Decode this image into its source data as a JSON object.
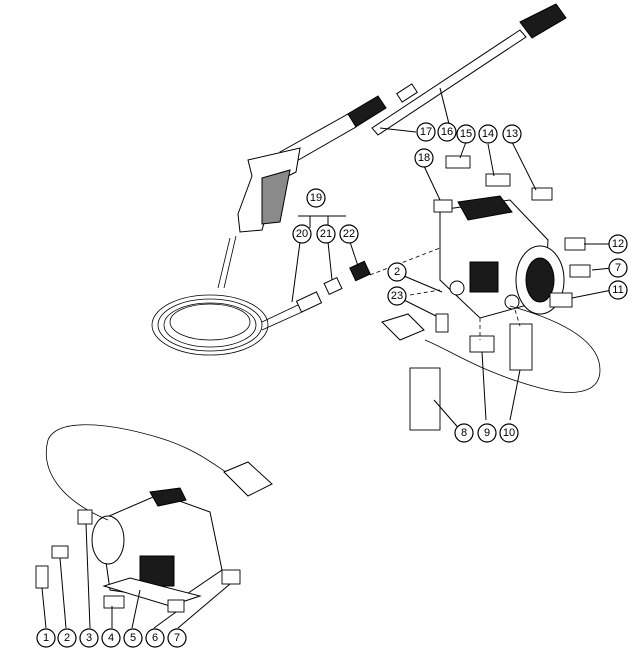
{
  "callouts": {
    "c1": "1",
    "c2a": "2",
    "c3": "3",
    "c4": "4",
    "c5": "5",
    "c6": "6",
    "c7a": "7",
    "c2b": "2",
    "c7b": "7",
    "c8": "8",
    "c9": "9",
    "c10": "10",
    "c11": "11",
    "c12": "12",
    "c13": "13",
    "c14": "14",
    "c15": "15",
    "c16": "16",
    "c17": "17",
    "c18": "18",
    "c19": "19",
    "c20": "20",
    "c21": "21",
    "c22": "22",
    "c23": "23"
  }
}
